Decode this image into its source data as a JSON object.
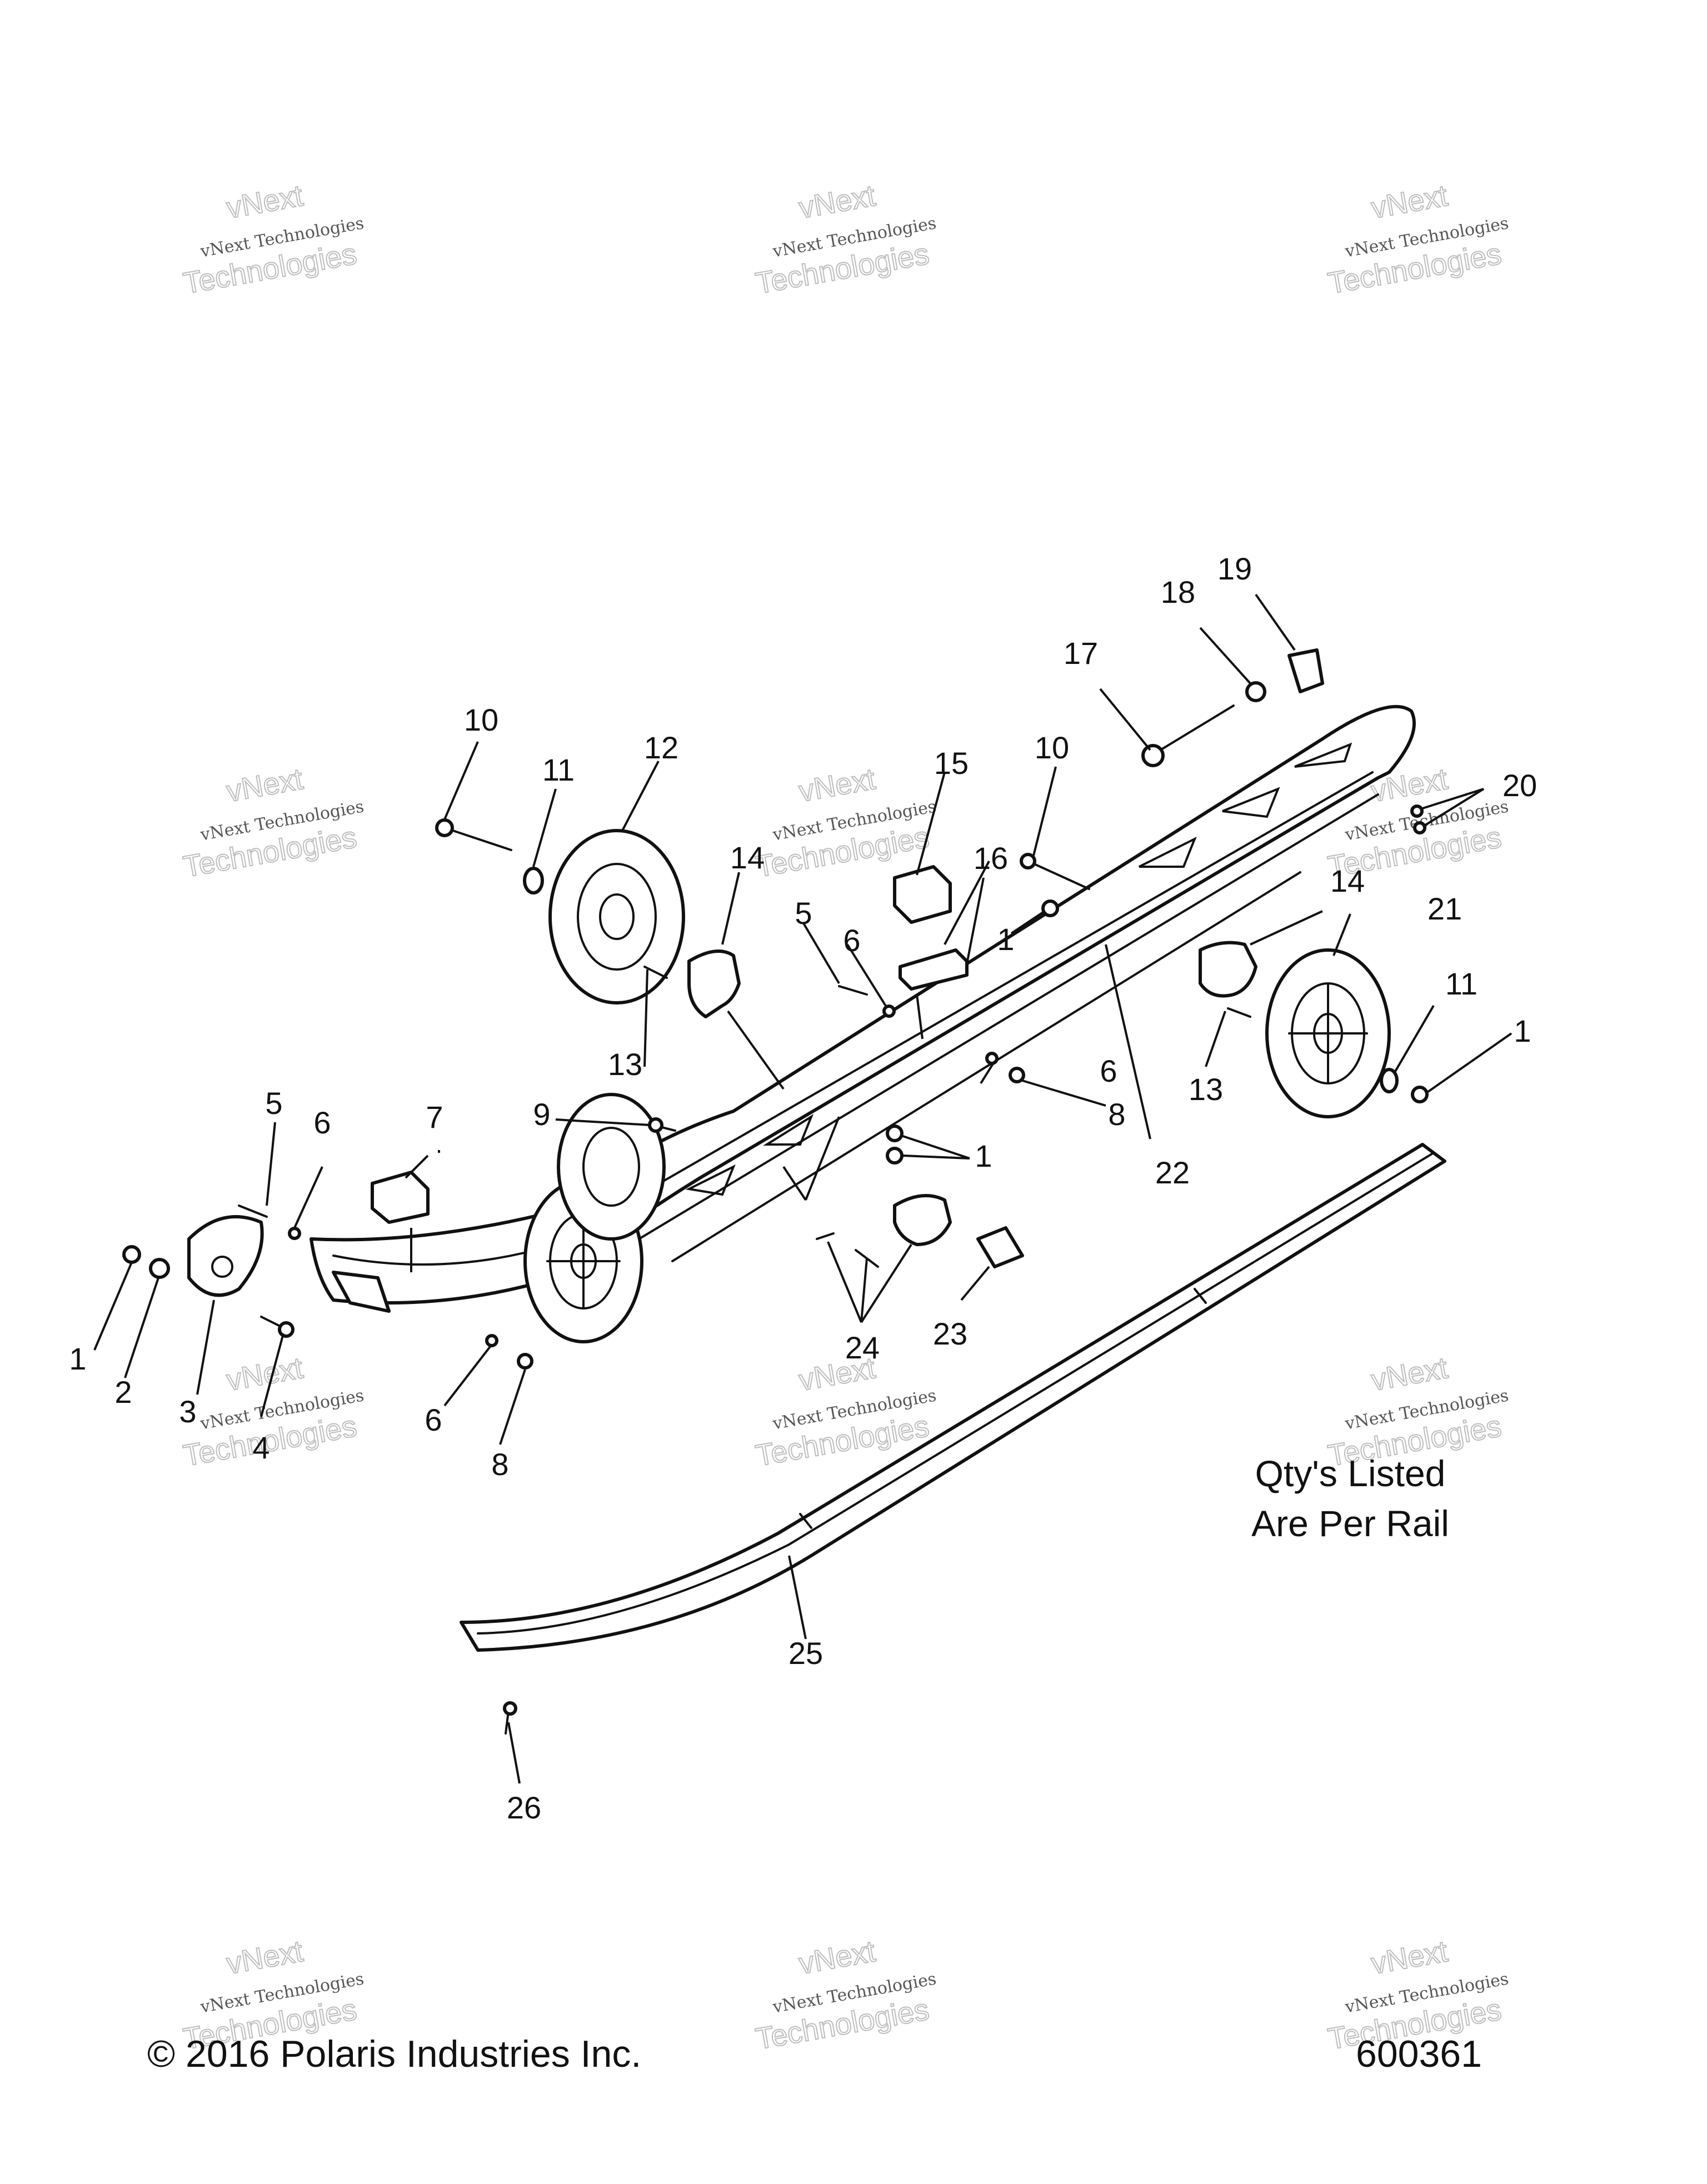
{
  "note": {
    "line1": "Qty's Listed",
    "line2": "Are Per Rail"
  },
  "footer": {
    "copyright": "© 2016 Polaris Industries Inc.",
    "figure_id": "600361"
  },
  "watermark": {
    "line1": "vNext Technologies",
    "line2": "vNext",
    "line3": "Technologies"
  },
  "callouts": [
    "1",
    "2",
    "3",
    "4",
    "5",
    "6",
    "7",
    "8",
    "9",
    "10",
    "11",
    "12",
    "13",
    "14",
    "15",
    "16",
    "17",
    "18",
    "19",
    "20",
    "21",
    "22",
    "23",
    "24",
    "25",
    "26"
  ]
}
